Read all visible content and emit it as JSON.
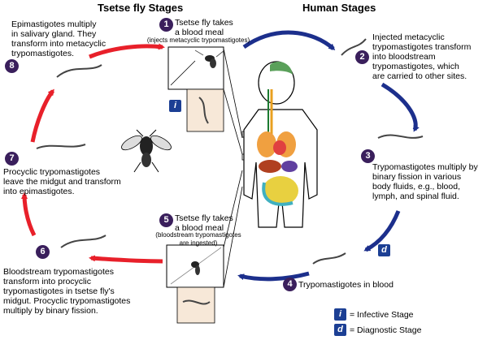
{
  "headers": {
    "tsetse": "Tsetse fly Stages",
    "human": "Human Stages"
  },
  "steps": [
    {
      "num": "1",
      "title": "Tsetse fly takes\na blood meal",
      "note": "(injects metacyclic trypomastigotes)"
    },
    {
      "num": "2",
      "text": "Injected metacyclic\ntrypomastigotes transform\ninto bloodstream\ntrypomastigotes, which\nare carried to other sites."
    },
    {
      "num": "3",
      "text": "Trypomastigotes multiply by\nbinary fission in various\nbody fluids, e.g., blood,\nlymph, and spinal fluid."
    },
    {
      "num": "4",
      "text": "Trypomastigotes in blood"
    },
    {
      "num": "5",
      "title": "Tsetse fly takes\na blood meal",
      "note": "(bloodstream trypomastigotes\nare ingested)"
    },
    {
      "num": "6",
      "text": "Bloodstream trypomastigotes\ntransform into procyclic\ntrypomastigotes in tsetse fly's\nmidgut. Procyclic trypomastigotes\nmultiply by binary fission."
    },
    {
      "num": "7",
      "text": "Procyclic trypomastigotes\nleave the midgut and transform\ninto epimastigotes."
    },
    {
      "num": "8",
      "text": "Epimastigotes multiply\nin salivary gland. They\ntransform into metacyclic\ntrypomastigotes."
    }
  ],
  "legend": [
    {
      "symbol": "i",
      "label": "= Infective Stage"
    },
    {
      "symbol": "d",
      "label": "= Diagnostic Stage"
    }
  ],
  "colors": {
    "red": "#e8202a",
    "blue": "#1c2f8c",
    "badge": "#3a1f5c",
    "box": "#1c3f94"
  }
}
